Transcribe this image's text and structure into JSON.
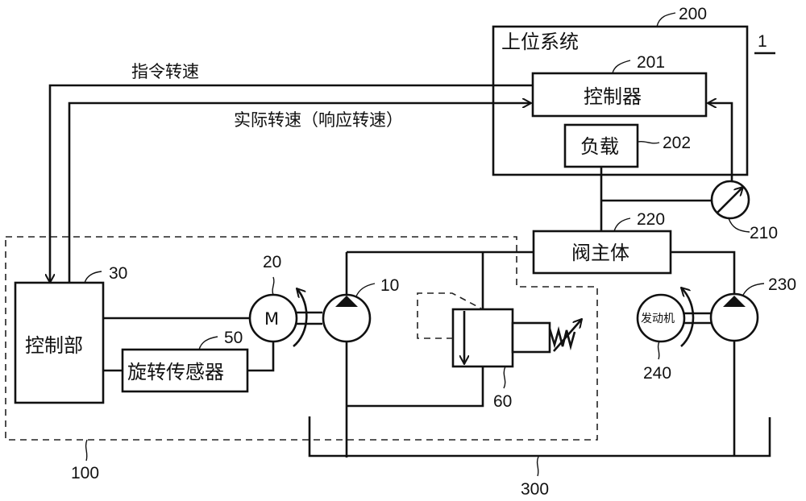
{
  "diagram": {
    "figure_ref": "1",
    "signals": {
      "command_speed": "指令转速",
      "actual_speed": "实际转速（响应转速）"
    },
    "upper_system": {
      "ref": "200",
      "label": "上位系统"
    },
    "controller": {
      "ref": "201",
      "label": "控制器"
    },
    "load": {
      "ref": "202",
      "label": "负载"
    },
    "sensor_210": {
      "ref": "210"
    },
    "valve_body": {
      "ref": "220",
      "label": "阀主体"
    },
    "pump_230": {
      "ref": "230"
    },
    "engine": {
      "ref": "240",
      "label": "发动机"
    },
    "tank": {
      "ref": "300"
    },
    "unit_100": {
      "ref": "100"
    },
    "pump_10": {
      "ref": "10"
    },
    "motor": {
      "ref": "20",
      "symbol": "M"
    },
    "control_unit": {
      "ref": "30",
      "label": "控制部"
    },
    "rotation_sensor": {
      "ref": "50",
      "label": "旋转传感器"
    },
    "relief_valve": {
      "ref": "60"
    }
  }
}
